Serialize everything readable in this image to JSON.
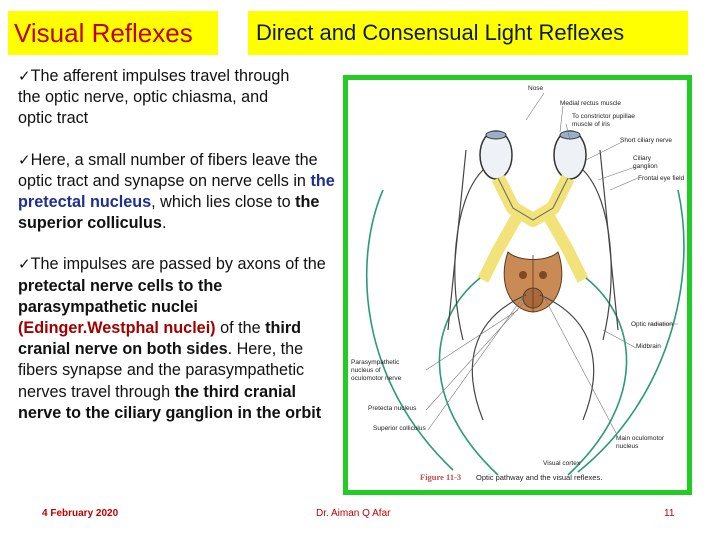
{
  "title_left": "Visual Reflexes",
  "title_right": "Direct and Consensual Light Reflexes",
  "bullets": {
    "b1_p1": "The afferent impulses travel through",
    "b1_p2": "the optic nerve, optic chiasma,",
    "b1_p3": " and",
    "b1_p4": "optic tract",
    "b2_p1": "Here, a small number of fibers leave the optic tract and synapse on nerve cells in ",
    "b2_p2": "the pretectal nucleus",
    "b2_p3": ", which lies close to ",
    "b2_p4": "the superior colliculus",
    "b2_p5": ".",
    "b3_p1": "The impulses are passed by axons of the ",
    "b3_p2": "pretectal nerve cells to the parasympathetic nuclei",
    "b3_p3": "(Edinger.Westphal nuclei)",
    "b3_p4": " of the ",
    "b3_p5": "third cranial nerve on both sides",
    "b3_p6": ". Here, the fibers synapse and the parasympathetic nerves travel through ",
    "b3_p7": "the third cranial nerve to the ciliary ganglion in the orbit"
  },
  "figure": {
    "labels": {
      "nose": "Nose",
      "medial_rectus": "Medial rectus muscle",
      "constrictor_1": "To constrictor pupillae",
      "constrictor_2": "muscle of iris",
      "short_ciliary": "Short ciliary nerve",
      "ciliary_ganglion_1": "Ciliary",
      "ciliary_ganglion_2": "ganglion",
      "frontal_eye": "Frontal eye field",
      "midbrain": "Midbrain",
      "parasymp_1": "Parasympathetic",
      "parasymp_2": "nucleus of",
      "parasymp_3": "oculomotor nerve",
      "optic_radiation": "Optic radiation",
      "pretectal": "Pretecta nucleus",
      "superior_colliculus": "Superior colliculus",
      "main_oculomotor_1": "Main oculomotor",
      "main_oculomotor_2": "nucleus",
      "visual_cortex": "Visual cortex",
      "caption_num": "Figure 11-3",
      "caption_text": "Optic pathway and the visual reflexes."
    }
  },
  "footer": {
    "date": "4 February 2020",
    "author": "Dr. Aiman Q Afar",
    "page": "11"
  },
  "colors": {
    "title_bg": "#ffff00",
    "title_left_text": "#c00000",
    "frame_border": "#22cc22",
    "pathway_green": "#2a9a7a",
    "optic_yellow": "#f2e27a",
    "midbrain_brown": "#c98a55"
  }
}
